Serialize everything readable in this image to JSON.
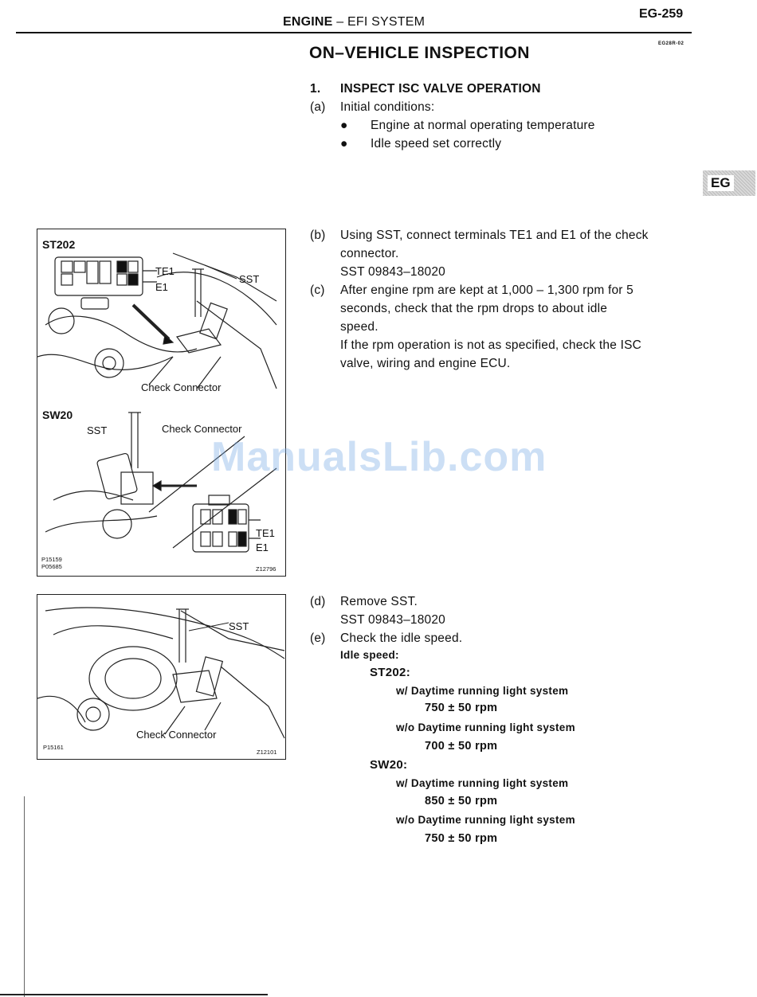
{
  "header": {
    "chapter": "ENGINE",
    "dash": "–",
    "subchapter": "EFI SYSTEM",
    "page": "EG-259",
    "code": "EG28R-02"
  },
  "tab": "EG",
  "title": "ON–VEHICLE INSPECTION",
  "step1": {
    "num": "1.",
    "heading": "INSPECT ISC VALVE OPERATION"
  },
  "a": {
    "label": "(a)",
    "text": "Initial conditions:",
    "bullets": [
      "Engine at normal operating temperature",
      "Idle speed set correctly"
    ]
  },
  "b": {
    "label": "(b)",
    "lines": [
      "Using SST, connect terminals TE1 and E1 of the check",
      "connector."
    ],
    "sst": "SST 09843–18020"
  },
  "c": {
    "label": "(c)",
    "lines": [
      "After engine rpm are kept at 1,000 – 1,300 rpm for 5",
      "seconds, check that the rpm drops to about idle",
      "speed.",
      "If the rpm operation is not as specified, check the ISC",
      "valve, wiring and engine ECU."
    ]
  },
  "d": {
    "label": "(d)",
    "text": "Remove SST.",
    "sst": "SST 09843–18020"
  },
  "e": {
    "label": "(e)",
    "text": "Check the idle speed.",
    "idle_label": "Idle speed:",
    "st202": "ST202:",
    "sw20": "SW20:",
    "with_drl": "w/ Daytime running light system",
    "without_drl": "w/o Daytime running light system",
    "st202_with": "750 ± 50 rpm",
    "st202_without": "700 ± 50 rpm",
    "sw20_with": "850 ± 50 rpm",
    "sw20_without": "750 ± 50 rpm"
  },
  "fig1": {
    "st202": "ST202",
    "te1": "TE1",
    "e1": "E1",
    "sst": "SST",
    "check_connector": "Check Connector",
    "sw20": "SW20",
    "sst2": "SST",
    "check_connector2": "Check Connector",
    "te1b": "TE1",
    "e1b": "E1",
    "code_a": "P15159",
    "code_b": "P05685",
    "code_c": "Z12796"
  },
  "fig2": {
    "sst": "SST",
    "check_connector": "Check Connector",
    "code_a": "P15161",
    "code_b": "Z12101"
  },
  "watermark": "ManualsLib.com"
}
